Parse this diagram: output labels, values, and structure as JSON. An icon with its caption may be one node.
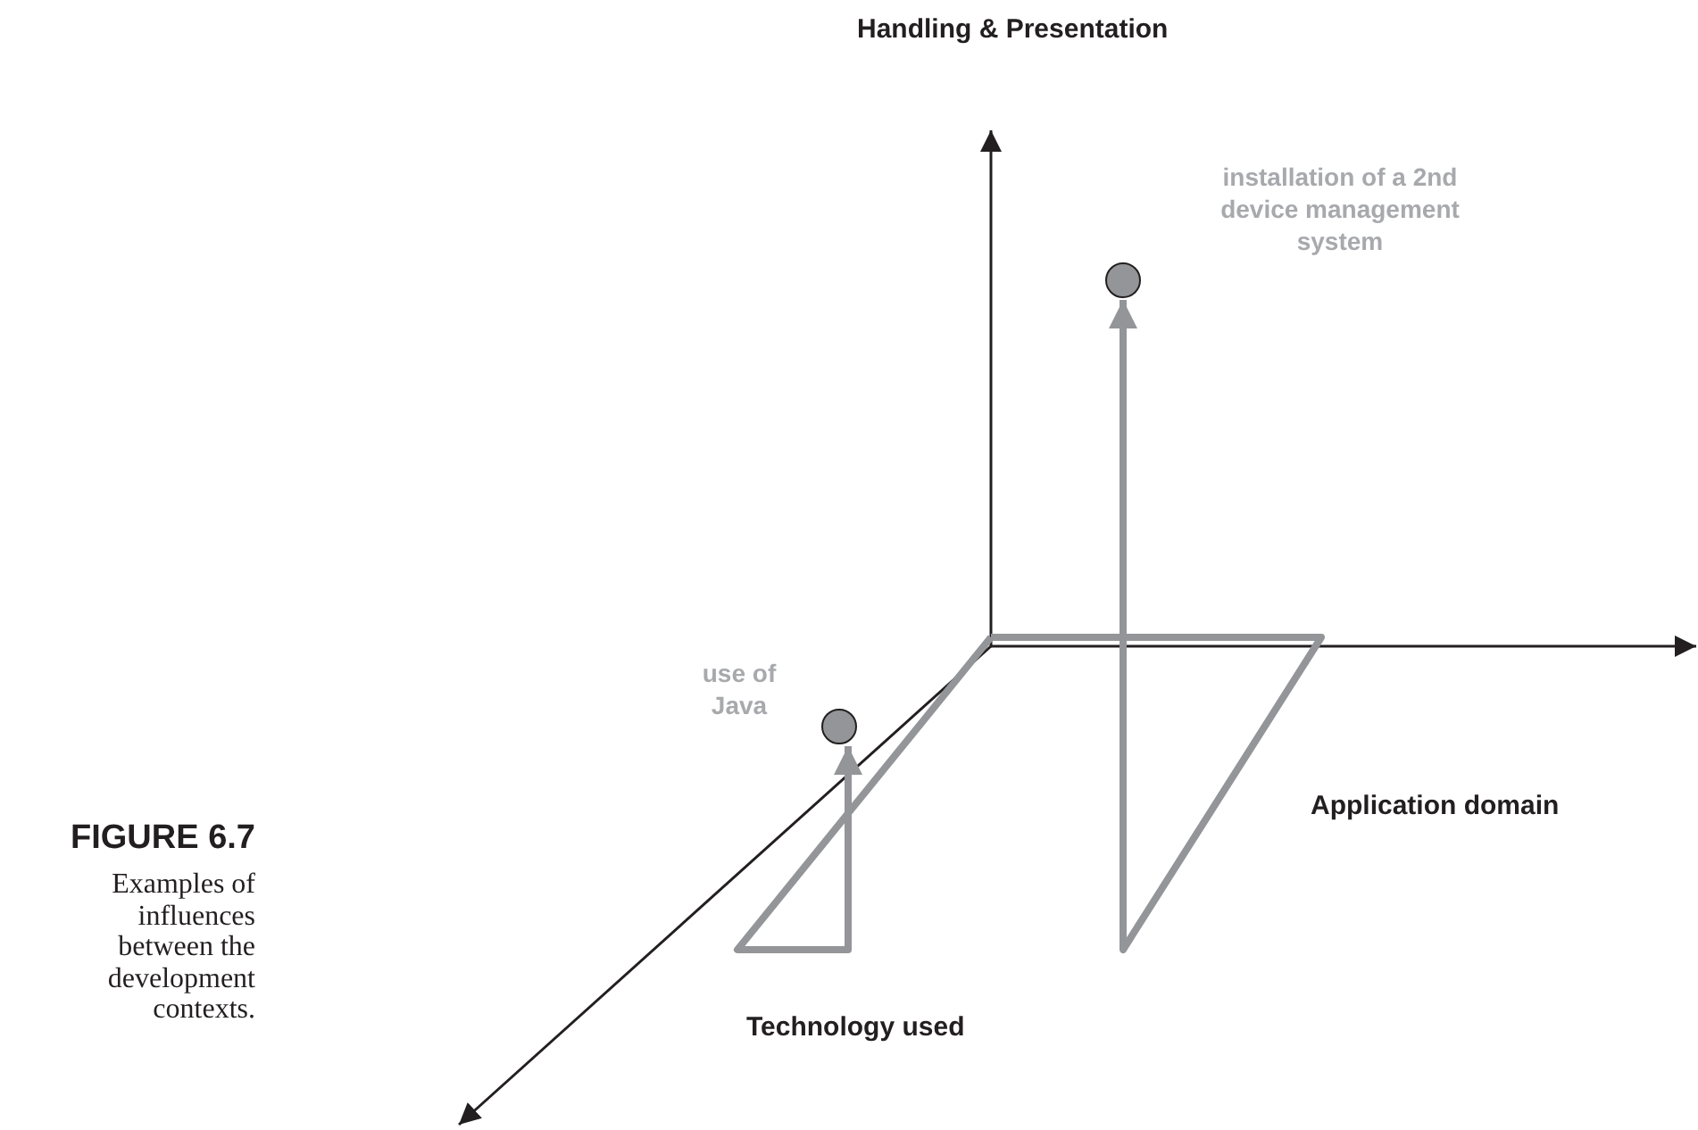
{
  "diagram": {
    "title": "FIGURE 6.7",
    "caption": "Examples of influences between the development contexts.",
    "nodes": [
      {
        "text": [],
        "shape": "circle",
        "beside": [
          "installation of a 2nd device management system"
        ]
      },
      {
        "text": [],
        "shape": "circle",
        "beside": [
          "use of Java"
        ]
      }
    ],
    "edges": [
      {
        "from": null,
        "to": 0,
        "arrow": "to"
      },
      {
        "from": null,
        "to": 1,
        "arrow": "to"
      }
    ],
    "labels": [
      "Handling & Presentation",
      "Application domain",
      "Technology used"
    ]
  }
}
